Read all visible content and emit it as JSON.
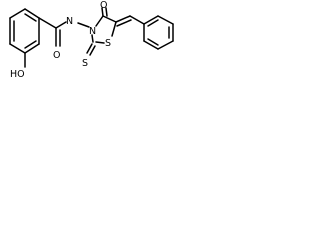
{
  "molecule": {
    "atom_labels": {
      "hydroxyl": "HO",
      "amide_oxygen": "O",
      "amide_nitrogen": "N",
      "ring_carbonyl_oxygen": "O",
      "ring_nitrogen": "N",
      "thione_sulfur": "S",
      "ring_sulfur": "S"
    },
    "colors": {
      "bond": "#000000",
      "label": "#000000",
      "background": "#ffffff"
    }
  }
}
